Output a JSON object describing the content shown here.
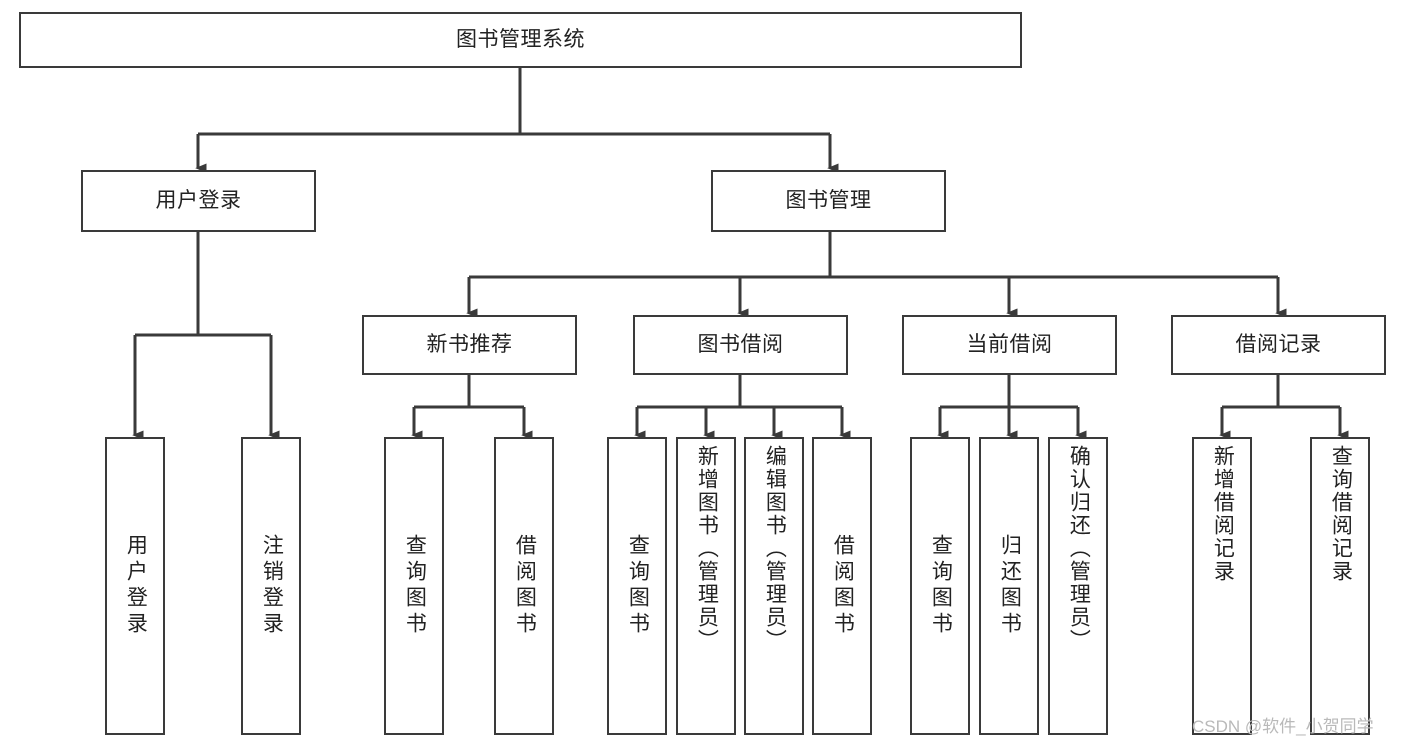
{
  "diagram": {
    "type": "tree-hierarchy-diagram",
    "title": "图书管理系统",
    "watermark": "CSDN @软件_小贺同学",
    "colors": {
      "box_border": "#3a3a3a",
      "box_fill": "#ffffff",
      "connector": "#3a3a3a",
      "text": "#222222",
      "watermark": "#b9b9b9",
      "background": "#ffffff"
    },
    "nodes": {
      "root": {
        "label": "图书管理系统",
        "level": 1
      },
      "user_login": {
        "label": "用户登录",
        "level": 2
      },
      "book_manage": {
        "label": "图书管理",
        "level": 2
      },
      "new_book_rec": {
        "label": "新书推荐",
        "level": 3
      },
      "book_borrow": {
        "label": "图书借阅",
        "level": 3
      },
      "current_borrow": {
        "label": "当前借阅",
        "level": 3
      },
      "borrow_record": {
        "label": "借阅记录",
        "level": 3
      },
      "leaf_user_login": {
        "label": "用户登录",
        "level": 4
      },
      "leaf_logout": {
        "label": "注销登录",
        "level": 4
      },
      "leaf_query_book_1": {
        "label": "查询图书",
        "level": 4
      },
      "leaf_borrow_book_1": {
        "label": "借阅图书",
        "level": 4
      },
      "leaf_query_book_2": {
        "label": "查询图书",
        "level": 4
      },
      "leaf_add_book": {
        "label": "新增图书（管理员）",
        "level": 4
      },
      "leaf_edit_book": {
        "label": "编辑图书（管理员）",
        "level": 4
      },
      "leaf_borrow_book_2": {
        "label": "借阅图书",
        "level": 4
      },
      "leaf_query_book_3": {
        "label": "查询图书",
        "level": 4
      },
      "leaf_return_book": {
        "label": "归还图书",
        "level": 4
      },
      "leaf_confirm_return": {
        "label": "确认归还（管理员）",
        "level": 4
      },
      "leaf_add_record": {
        "label": "新增借阅记录",
        "level": 4
      },
      "leaf_query_record": {
        "label": "查询借阅记录",
        "level": 4
      }
    },
    "edges": [
      {
        "from": "root",
        "to": "user_login"
      },
      {
        "from": "root",
        "to": "book_manage"
      },
      {
        "from": "user_login",
        "to": "leaf_user_login"
      },
      {
        "from": "user_login",
        "to": "leaf_logout"
      },
      {
        "from": "book_manage",
        "to": "new_book_rec"
      },
      {
        "from": "book_manage",
        "to": "book_borrow"
      },
      {
        "from": "book_manage",
        "to": "current_borrow"
      },
      {
        "from": "book_manage",
        "to": "borrow_record"
      },
      {
        "from": "new_book_rec",
        "to": "leaf_query_book_1"
      },
      {
        "from": "new_book_rec",
        "to": "leaf_borrow_book_1"
      },
      {
        "from": "book_borrow",
        "to": "leaf_query_book_2"
      },
      {
        "from": "book_borrow",
        "to": "leaf_add_book"
      },
      {
        "from": "book_borrow",
        "to": "leaf_edit_book"
      },
      {
        "from": "book_borrow",
        "to": "leaf_borrow_book_2"
      },
      {
        "from": "current_borrow",
        "to": "leaf_query_book_3"
      },
      {
        "from": "current_borrow",
        "to": "leaf_return_book"
      },
      {
        "from": "current_borrow",
        "to": "leaf_confirm_return"
      },
      {
        "from": "borrow_record",
        "to": "leaf_add_record"
      },
      {
        "from": "borrow_record",
        "to": "leaf_query_record"
      }
    ]
  }
}
